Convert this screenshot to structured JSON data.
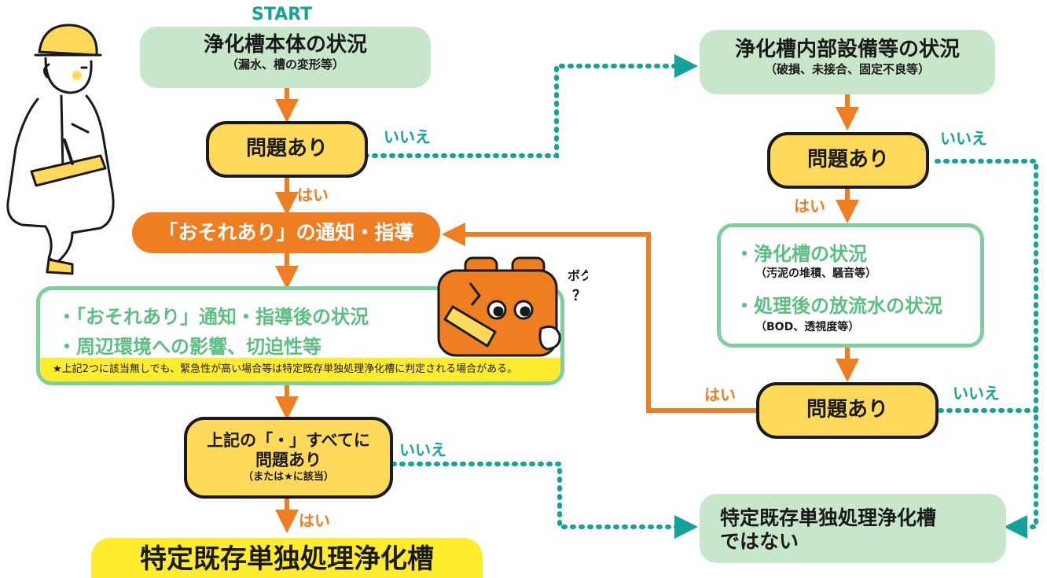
{
  "start_label": "START",
  "nodes": {
    "main_body": {
      "title": "浄化槽本体の状況",
      "sub": "（漏水、槽の変形等）"
    },
    "q1": {
      "text": "問題あり"
    },
    "notice": {
      "text": "「おそれあり」の通知・指導"
    },
    "after_notice": {
      "item1": "・「おそれあり」通知・指導後の状況",
      "item2": "・周辺環境への影響、切迫性等",
      "note": "★上記2つに該当無しでも、緊急性が高い場合等は特定既存単独処理浄化槽に判定される場合がある。"
    },
    "q_all": {
      "line1": "上記の「・」すべてに",
      "line2": "問題あり",
      "line3": "（または★に該当）"
    },
    "result_yes": {
      "text": "特定既存単独処理浄化槽"
    },
    "internal": {
      "title": "浄化槽内部設備等の状況",
      "sub": "（破損、未接合、固定不良等）"
    },
    "q2": {
      "text": "問題あり"
    },
    "status_check": {
      "item1": "・浄化槽の状況",
      "sub1": "（汚泥の堆積、騒音等）",
      "item2": "・処理後の放流水の状況",
      "sub2": "（BOD、透視度等）"
    },
    "q3": {
      "text": "問題あり"
    },
    "result_no": {
      "line1": "特定既存単独処理浄化槽",
      "line2": "ではない"
    }
  },
  "labels": {
    "yes": "はい",
    "no": "いいえ"
  },
  "character_speech": {
    "line1": "ボク",
    "line2": "？"
  },
  "colors": {
    "green_box": "#c8e6c9",
    "yellow_box": "#ffd95a",
    "orange": "#ef7d22",
    "teal_dotted": "#14a39a",
    "result_highlight": "#ffec2e"
  }
}
